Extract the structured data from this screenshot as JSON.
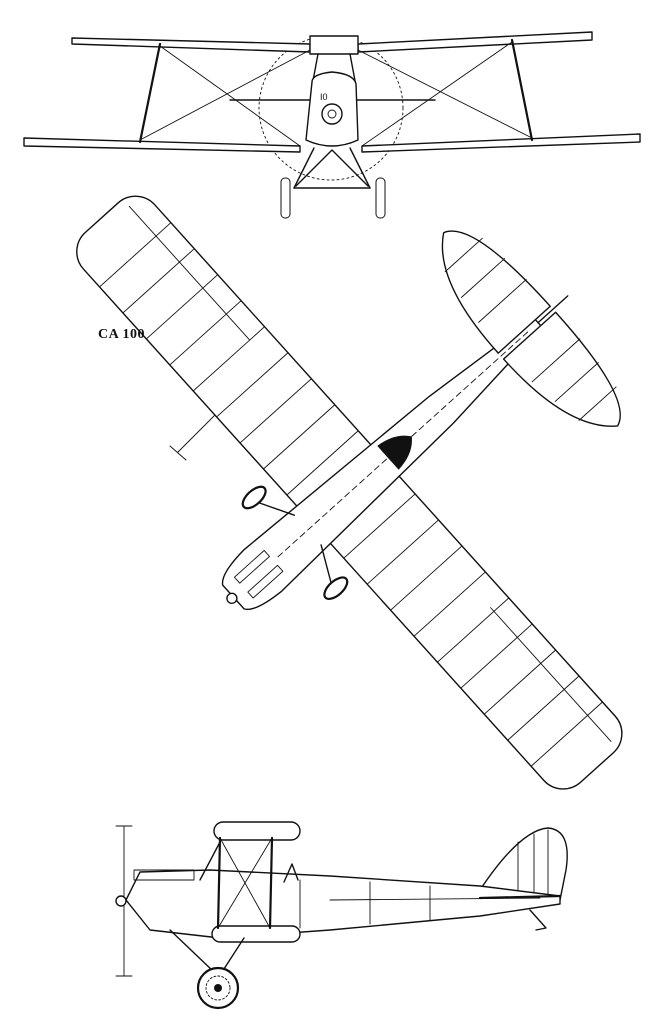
{
  "drawing": {
    "model_label": "CA 100",
    "views": [
      "front-view",
      "top-view",
      "side-view"
    ],
    "ink_color": "#111111",
    "paper_color": "#ffffff"
  }
}
